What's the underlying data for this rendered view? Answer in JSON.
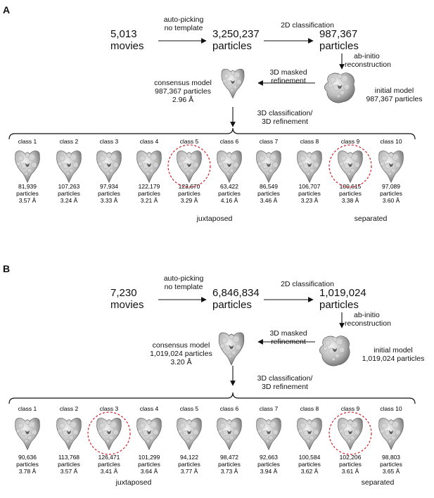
{
  "panels": [
    {
      "label": "A",
      "movies_count": "5,013",
      "movies_word": "movies",
      "picking_line1": "auto-picking",
      "picking_line2": "no template",
      "picked_count": "3,250,237",
      "picked_word": "particles",
      "class2d_label": "2D classification",
      "after2d_count": "987,367",
      "after2d_word": "particles",
      "abinitio_line1": "ab-initio",
      "abinitio_line2": "reconstruction",
      "initial_line1": "initial model",
      "initial_line2": "987,367 particles",
      "masked_line1": "3D masked",
      "masked_line2": "refinement",
      "consensus_line1": "consensus model",
      "consensus_line2": "987,367 particles",
      "consensus_line3": "2.96 Å",
      "class3d_line1": "3D classification/",
      "class3d_line2": "3D refinement",
      "classes": [
        {
          "name": "class 1",
          "count": "81,939",
          "word": "particles",
          "res": "3.57 Å"
        },
        {
          "name": "class 2",
          "count": "107,263",
          "word": "particles",
          "res": "3.24 Å"
        },
        {
          "name": "class 3",
          "count": "97,934",
          "word": "particles",
          "res": "3.33 Å"
        },
        {
          "name": "class 4",
          "count": "122,179",
          "word": "particles",
          "res": "3.21 Å"
        },
        {
          "name": "class 5",
          "count": "123,670",
          "word": "particles",
          "res": "3.29 Å"
        },
        {
          "name": "class 6",
          "count": "63,422",
          "word": "particles",
          "res": "4.16 Å"
        },
        {
          "name": "class 7",
          "count": "86,549",
          "word": "particles",
          "res": "3.46 Å"
        },
        {
          "name": "class 8",
          "count": "106,707",
          "word": "particles",
          "res": "3.23 Å"
        },
        {
          "name": "class 9",
          "count": "100,615",
          "word": "particles",
          "res": "3.38 Å"
        },
        {
          "name": "class 10",
          "count": "97,089",
          "word": "particles",
          "res": "3.60 Å"
        }
      ],
      "juxtaposed_label": "juxtaposed",
      "separated_label": "separated",
      "highlight_color": "#d0212a"
    },
    {
      "label": "B",
      "movies_count": "7,230",
      "movies_word": "movies",
      "picking_line1": "auto-picking",
      "picking_line2": "no template",
      "picked_count": "6,846,834",
      "picked_word": "particles",
      "class2d_label": "2D classification",
      "after2d_count": "1,019,024",
      "after2d_word": "particles",
      "abinitio_line1": "ab-initio",
      "abinitio_line2": "reconstruction",
      "initial_line1": "initial model",
      "initial_line2": "1,019,024 particles",
      "masked_line1": "3D masked",
      "masked_line2": "refinement",
      "consensus_line1": "consensus model",
      "consensus_line2": "1,019,024 particles",
      "consensus_line3": "3.20 Å",
      "class3d_line1": "3D classification/",
      "class3d_line2": "3D refinement",
      "classes": [
        {
          "name": "class 1",
          "count": "90,636",
          "word": "particles",
          "res": "3.78 Å"
        },
        {
          "name": "class 2",
          "count": "113,768",
          "word": "particles",
          "res": "3.57 Å"
        },
        {
          "name": "class 3",
          "count": "126,471",
          "word": "particles",
          "res": "3.41 Å"
        },
        {
          "name": "class 4",
          "count": "101,299",
          "word": "particles",
          "res": "3.64 Å"
        },
        {
          "name": "class 5",
          "count": "94,122",
          "word": "particles",
          "res": "3.77 Å"
        },
        {
          "name": "class 6",
          "count": "98,472",
          "word": "particles",
          "res": "3.73 Å"
        },
        {
          "name": "class 7",
          "count": "92,663",
          "word": "particles",
          "res": "3.94 Å"
        },
        {
          "name": "class 8",
          "count": "100,584",
          "word": "particles",
          "res": "3.62 Å"
        },
        {
          "name": "class 9",
          "count": "102,206",
          "word": "particles",
          "res": "3.61 Å"
        },
        {
          "name": "class 10",
          "count": "98,803",
          "word": "particles",
          "res": "3.65 Å"
        }
      ],
      "juxtaposed_label": "juxtaposed",
      "separated_label": "separated",
      "highlight_color": "#d0212a"
    }
  ]
}
